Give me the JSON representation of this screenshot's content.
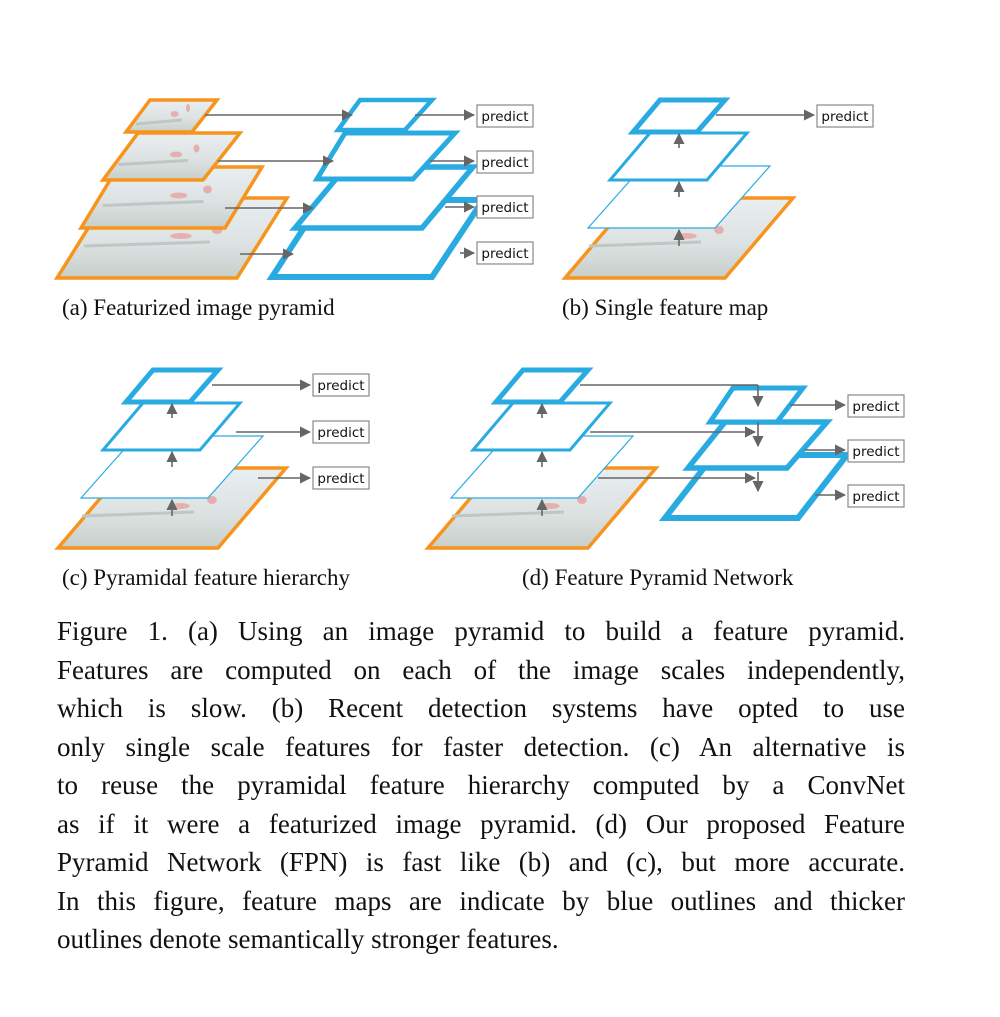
{
  "figure": {
    "predict_label": "predict",
    "colors": {
      "image_border": "#f7941d",
      "feature_map": "#29abe2",
      "arrow": "#666666"
    },
    "subcaptions": {
      "a": "(a) Featurized image pyramid",
      "b": "(b) Single feature map",
      "c": "(c) Pyramidal feature hierarchy",
      "d": "(d) Feature Pyramid Network"
    }
  },
  "caption": {
    "lines": [
      "Figure 1. (a) Using an image pyramid to build a feature pyramid.",
      "Features are computed on each of the image scales independently,",
      "which is slow.  (b) Recent detection systems have opted to use",
      "only single scale features for faster detection. (c) An alternative is",
      "to reuse the pyramidal feature hierarchy computed by a ConvNet",
      "as if it were a featurized image pyramid. (d) Our proposed Feature",
      "Pyramid Network (FPN) is fast like (b) and (c), but more accurate.",
      "In this figure, feature maps are indicate by blue outlines and thicker",
      "outlines denote semantically stronger features."
    ]
  }
}
